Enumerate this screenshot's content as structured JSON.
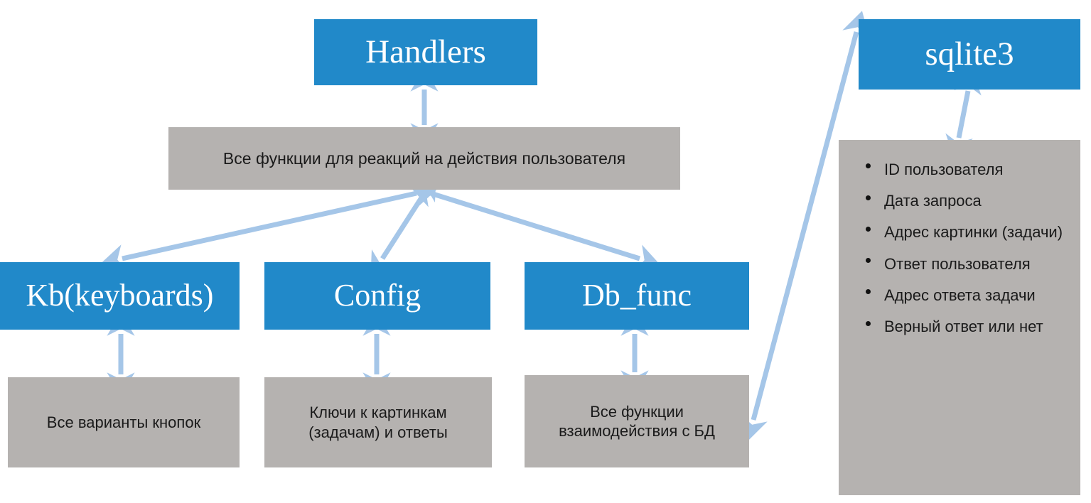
{
  "diagram": {
    "title_nodes": {
      "handlers": "Handlers",
      "kb": "Kb(keyboards)",
      "config": "Config",
      "db_func": "Db_func",
      "sqlite": "sqlite3"
    },
    "descriptions": {
      "handlers_desc": "Все функции для реакций на действия  пользователя",
      "kb_desc": "Все варианты кнопок",
      "config_desc_line1": "Ключи к картинкам",
      "config_desc_line2": "(задачам) и ответы",
      "db_func_desc_line1": "Все функции",
      "db_func_desc_line2": "взаимодействия с БД"
    },
    "db_fields": [
      "ID пользователя",
      "Дата запроса",
      "Адрес картинки (задачи)",
      "Ответ пользователя",
      "Адрес ответа задачи",
      "Верный ответ или нет"
    ],
    "colors": {
      "node_blue": "#2189c9",
      "node_gray": "#b5b2b0",
      "arrow_blue": "#a5c6e8",
      "text_light": "#ffffff",
      "text_dark": "#1a1a1a",
      "background": "#ffffff"
    },
    "connections": [
      {
        "from": "handlers",
        "to": "handlers_desc",
        "style": "double-headed-vertical"
      },
      {
        "from": "handlers_desc",
        "to": "kb",
        "style": "double-headed-diagonal"
      },
      {
        "from": "handlers_desc",
        "to": "config",
        "style": "double-headed-diagonal"
      },
      {
        "from": "handlers_desc",
        "to": "db_func",
        "style": "double-headed-diagonal"
      },
      {
        "from": "kb",
        "to": "kb_desc",
        "style": "double-headed-vertical"
      },
      {
        "from": "config",
        "to": "config_desc",
        "style": "double-headed-vertical"
      },
      {
        "from": "db_func",
        "to": "db_func_desc",
        "style": "double-headed-vertical"
      },
      {
        "from": "db_func_desc",
        "to": "sqlite",
        "style": "double-headed-diagonal"
      },
      {
        "from": "sqlite",
        "to": "db_fields",
        "style": "double-headed-vertical"
      }
    ]
  }
}
